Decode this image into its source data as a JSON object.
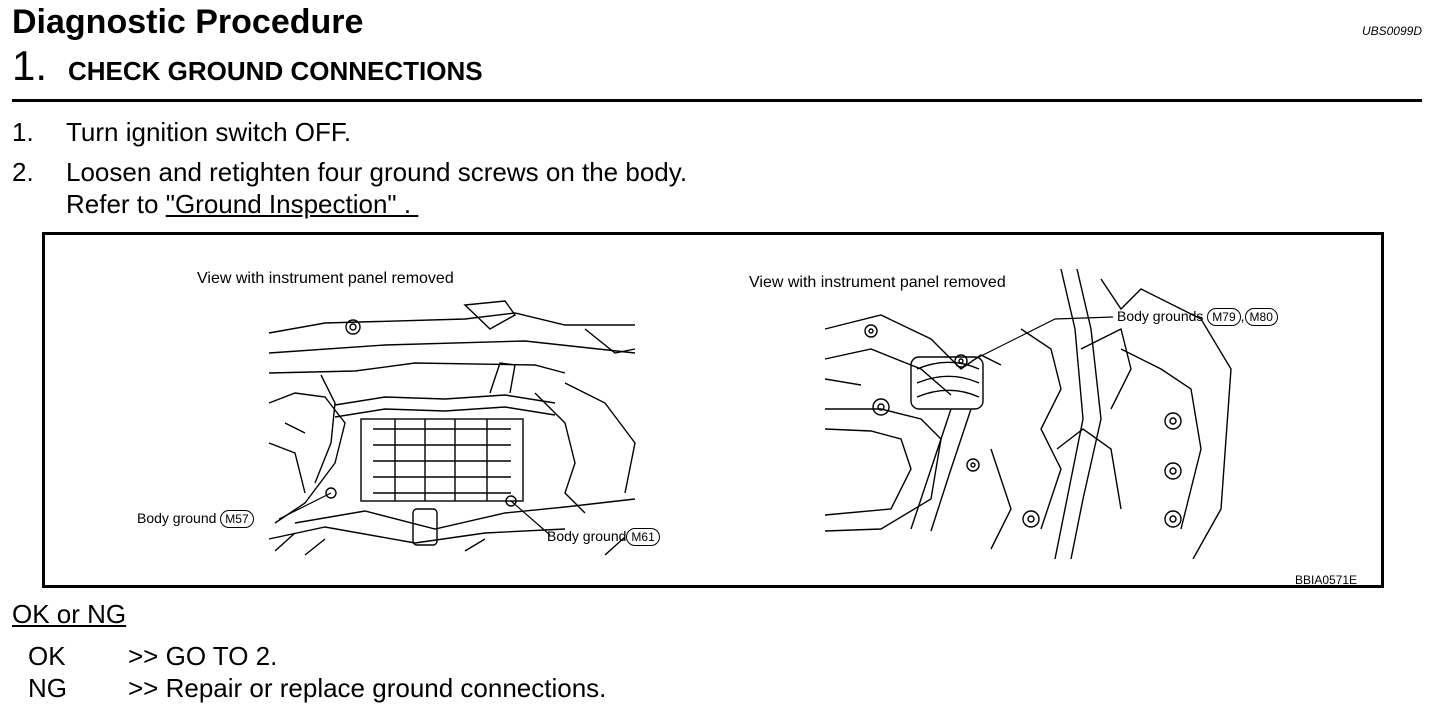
{
  "header": {
    "title": "Diagnostic Procedure",
    "doc_id": "UBS0099D"
  },
  "step": {
    "number": "1.",
    "title": "CHECK GROUND CONNECTIONS"
  },
  "instructions": [
    {
      "num": "1.",
      "text": "Turn ignition switch OFF."
    },
    {
      "num": "2.",
      "text": "Loosen and retighten four ground screws on the body."
    }
  ],
  "reference": {
    "prefix": "Refer to ",
    "link": "\"Ground Inspection\" . "
  },
  "figure": {
    "left_view_label": "View with instrument panel removed",
    "right_view_label": "View with instrument panel removed",
    "left_callout_1": {
      "text": "Body ground",
      "connector": "M57"
    },
    "left_callout_2": {
      "text": "Body ground",
      "connector": "M61"
    },
    "right_callout": {
      "text": "Body grounds",
      "connector_1": "M79",
      "separator": ",",
      "connector_2": "M80"
    },
    "figure_id": "BBIA0571E"
  },
  "result": {
    "heading": "OK or NG",
    "rows": [
      {
        "code": "OK",
        "action": ">> GO TO 2."
      },
      {
        "code": "NG",
        "action": ">> Repair or replace ground connections."
      }
    ]
  }
}
